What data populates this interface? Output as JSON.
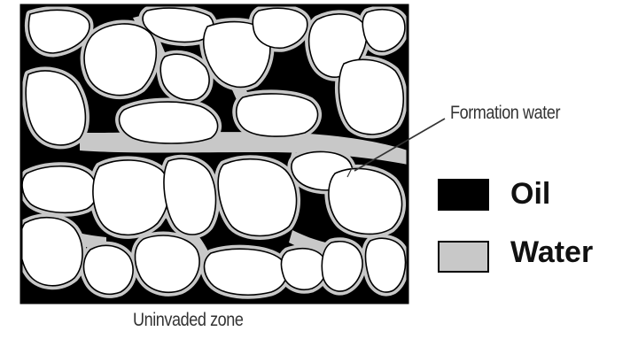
{
  "diagram": {
    "callout_label": "Formation water",
    "caption": "Uninvaded zone",
    "legend": [
      {
        "label": "Oil",
        "color": "#000000"
      },
      {
        "label": "Water",
        "color": "#c8c8c8"
      }
    ],
    "colors": {
      "grain": "#ffffff",
      "pore_fill": "#000000",
      "water_film": "#c8c8c8",
      "outline": "#000000"
    }
  }
}
